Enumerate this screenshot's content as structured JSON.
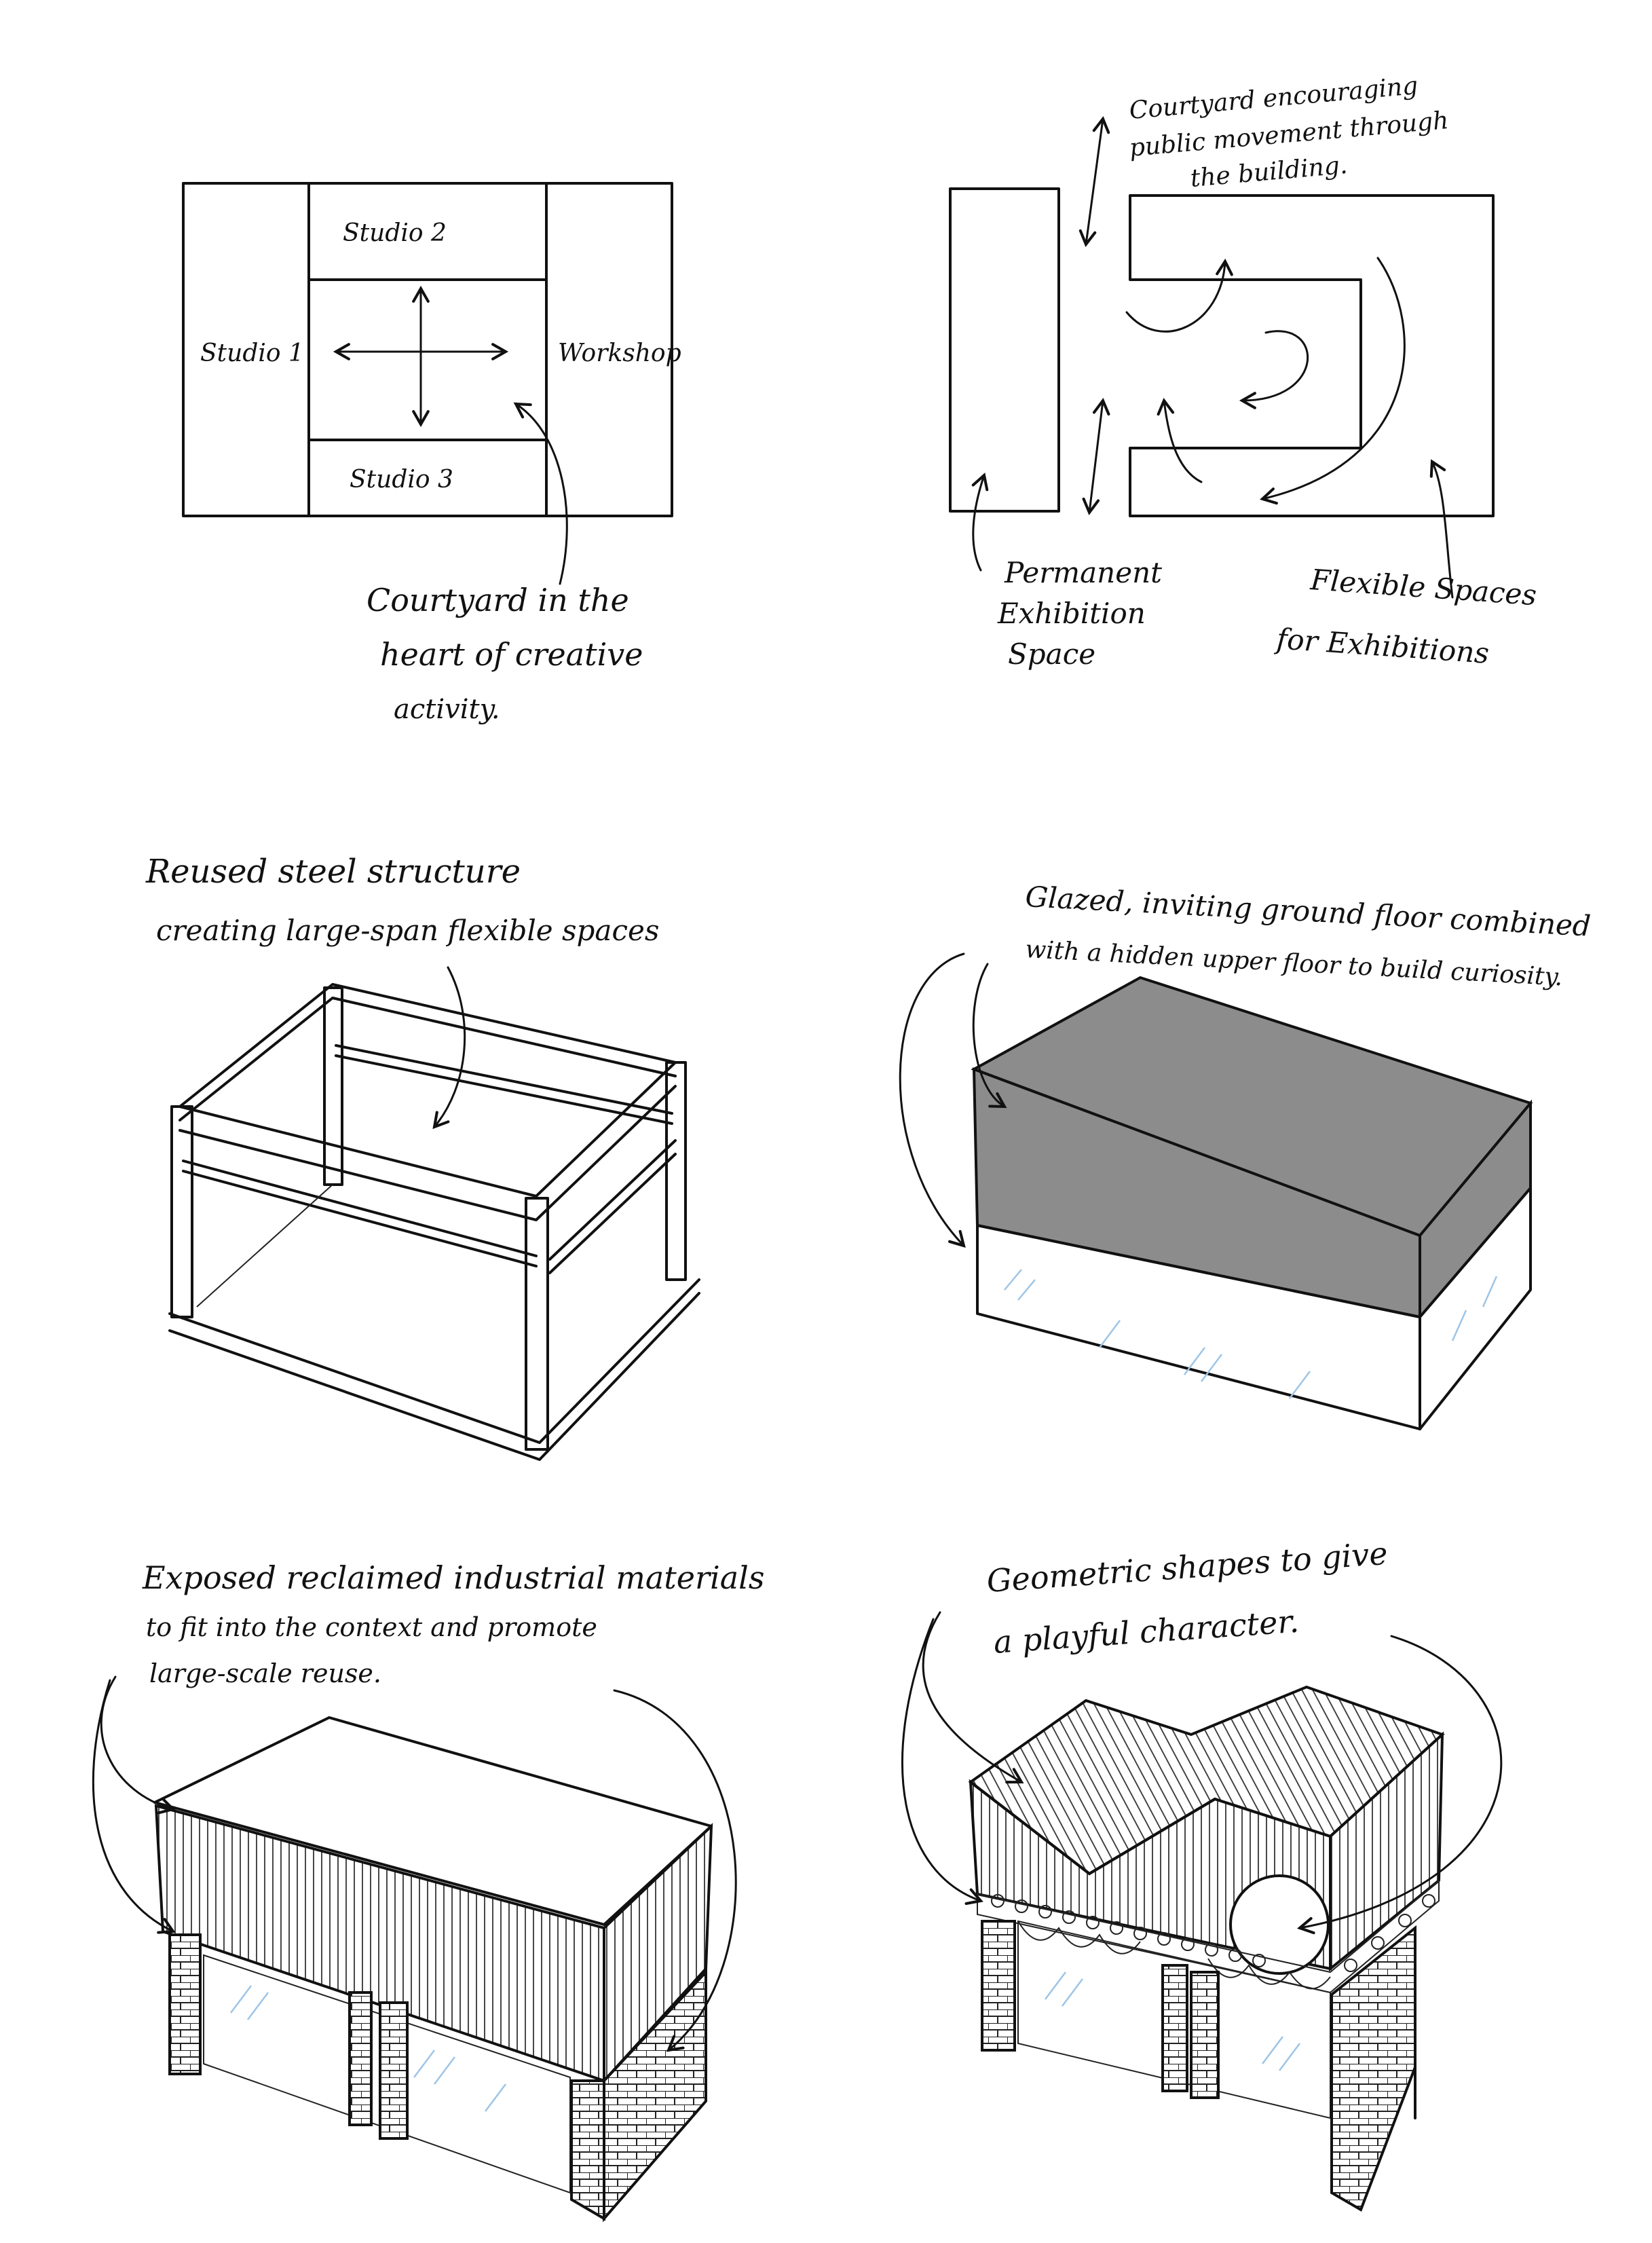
{
  "panels": {
    "p1": {
      "rooms": {
        "studio1": "Studio 1",
        "studio2": "Studio 2",
        "studio3": "Studio 3",
        "workshop": "Workshop"
      },
      "note": [
        "Courtyard in the",
        "heart of creative",
        "activity."
      ]
    },
    "p2": {
      "top_note": [
        "Courtyard encouraging",
        "public movement through",
        "the building."
      ],
      "left_note": [
        "Permanent",
        "Exhibition",
        "Space"
      ],
      "right_note": [
        "Flexible Spaces",
        "for Exhibitions"
      ]
    },
    "p3": {
      "note": [
        "Reused steel structure",
        "creating large-span flexible spaces"
      ]
    },
    "p4": {
      "note": [
        "Glazed, inviting ground floor combined",
        "with a hidden upper floor to build curiosity."
      ]
    },
    "p5": {
      "note": [
        "Exposed reclaimed industrial materials",
        "to fit into the context and promote",
        "large-scale reuse."
      ]
    },
    "p6": {
      "note": [
        "Geometric shapes to give",
        "a playful character."
      ]
    }
  },
  "colors": {
    "ink": "#111111",
    "upper_floor": "#8c8c8c",
    "glass": "#9ec5e6"
  }
}
